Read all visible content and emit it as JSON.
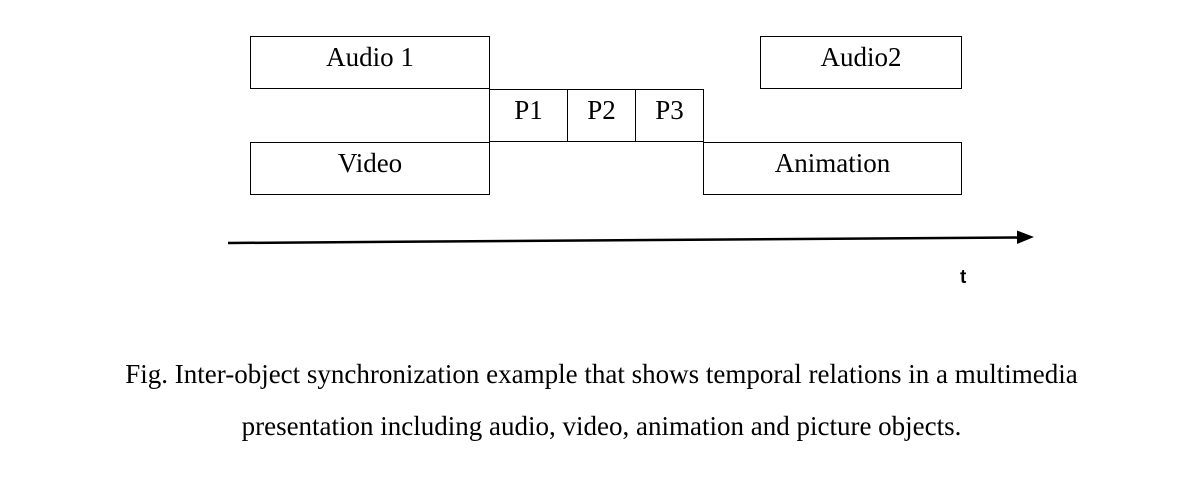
{
  "diagram": {
    "boxes": {
      "audio1": "Audio 1",
      "p1": "P1",
      "p2": "P2",
      "p3": "P3",
      "video": "Video",
      "audio2": "Audio2",
      "animation": "Animation"
    },
    "time_axis_label": "t"
  },
  "caption": {
    "line1": "Fig. Inter-object synchronization example that shows temporal relations in a multimedia",
    "line2": "presentation including audio, video, animation and picture objects."
  }
}
